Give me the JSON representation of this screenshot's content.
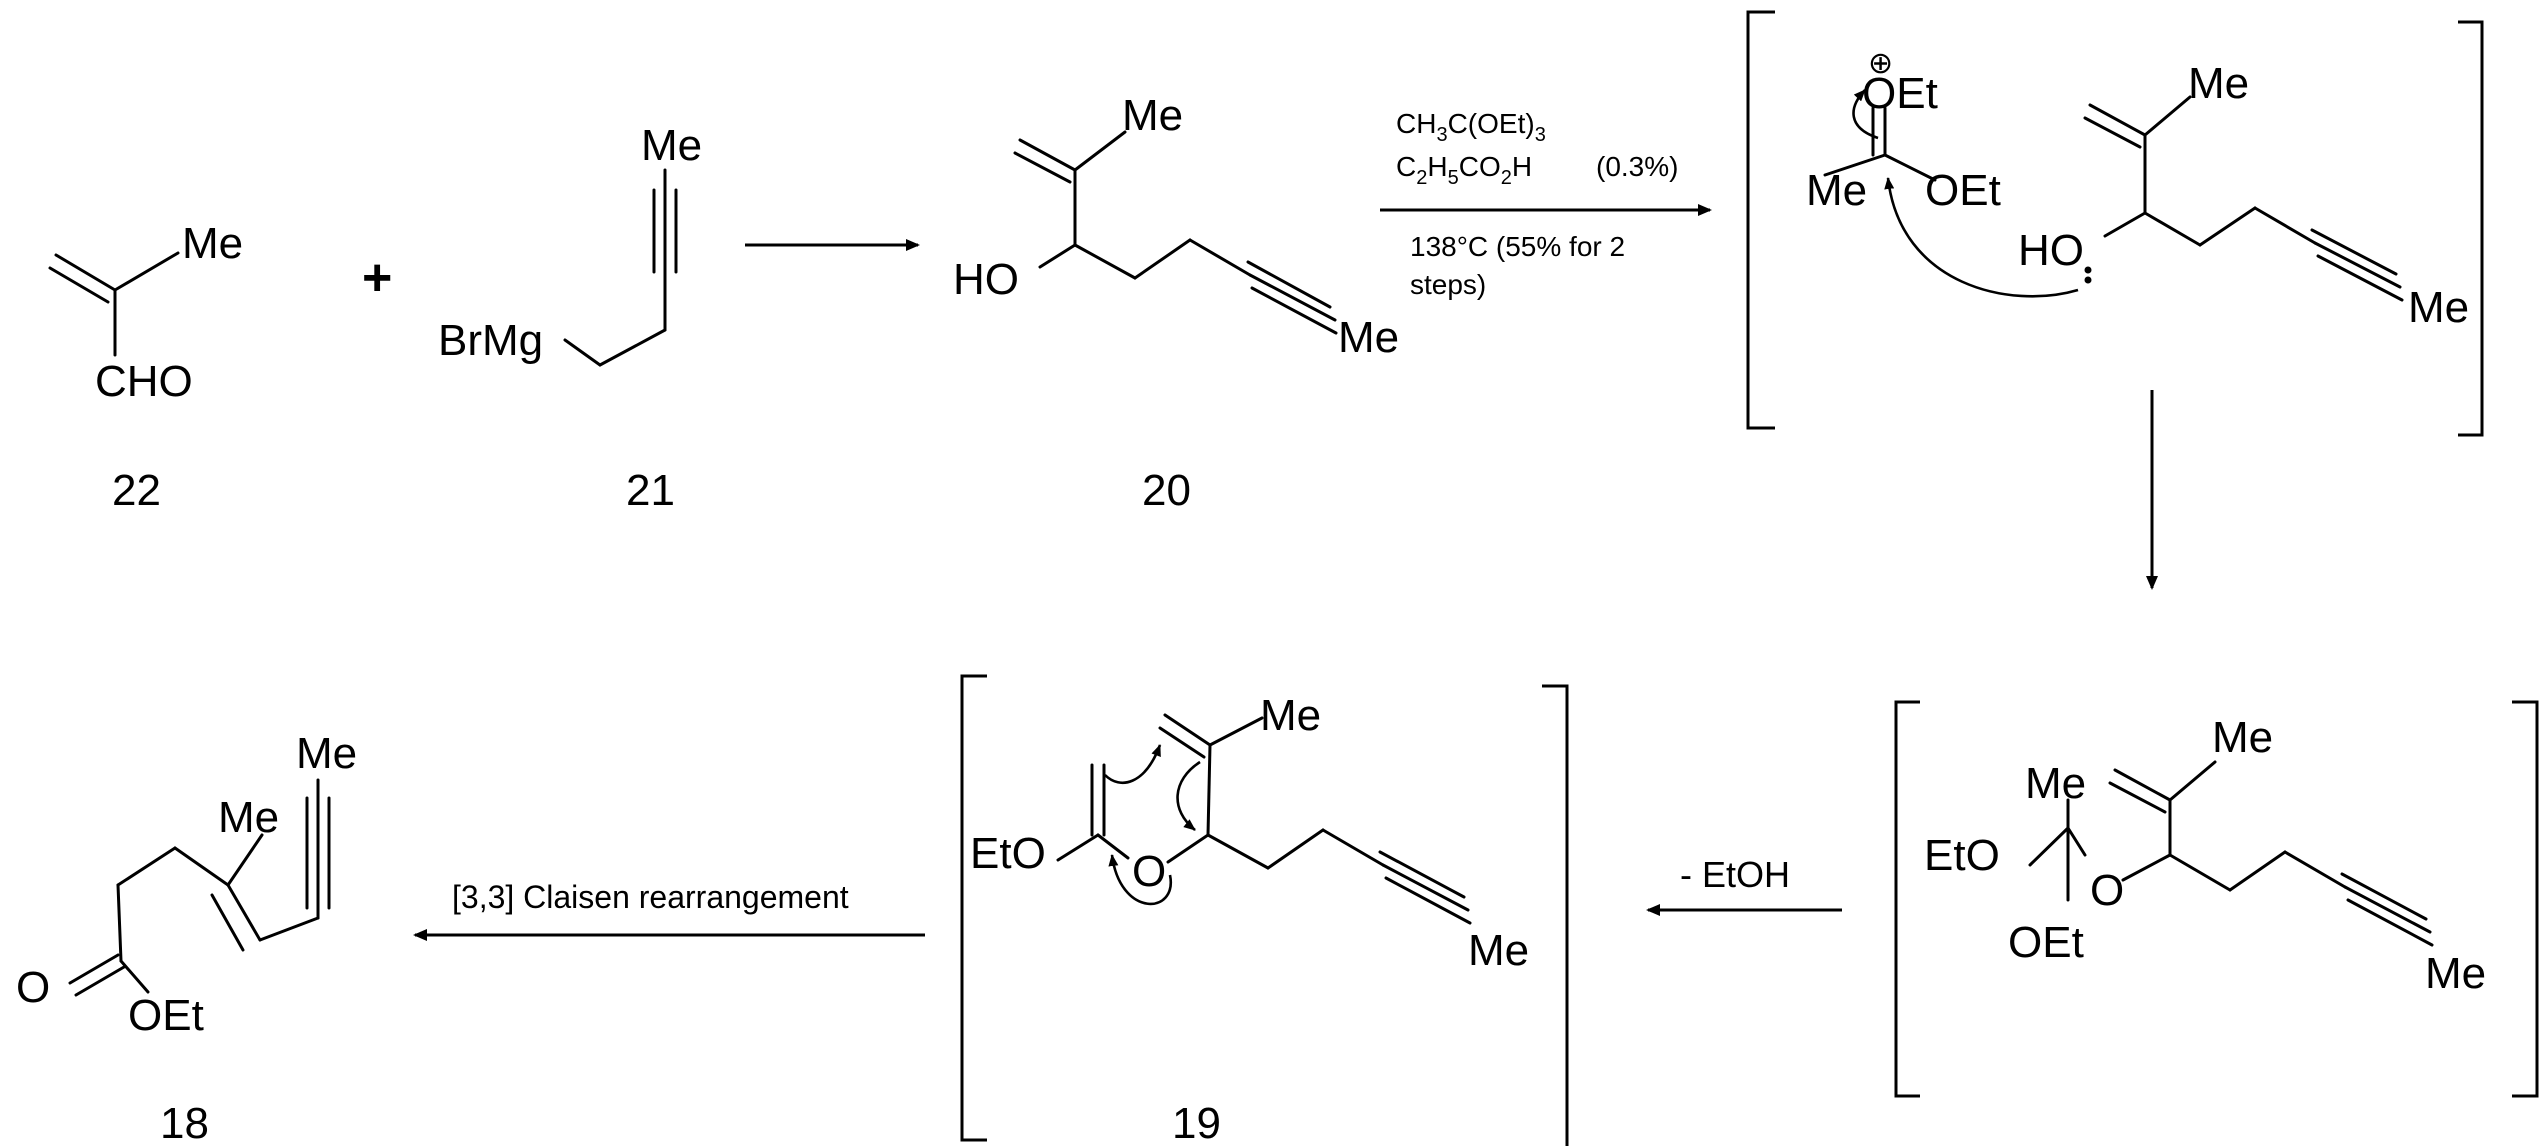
{
  "compounds": {
    "c22": {
      "number": "22",
      "labels": {
        "me": "Me",
        "cho": "CHO"
      }
    },
    "c21": {
      "number": "21",
      "labels": {
        "brmg": "BrMg",
        "me": "Me"
      }
    },
    "c20": {
      "number": "20",
      "labels": {
        "ho": "HO",
        "me_top": "Me",
        "me_alkyne": "Me"
      }
    },
    "intermediate1": {
      "labels": {
        "oet_top": "OEt",
        "oet_side": "OEt",
        "me_left": "Me",
        "ho": "HO",
        "me_top": "Me",
        "me_alkyne": "Me",
        "charge": "⊕"
      }
    },
    "intermediate2": {
      "labels": {
        "eto": "EtO",
        "me_c": "Me",
        "o": "O",
        "oet": "OEt",
        "me_top": "Me",
        "me_alkyne": "Me"
      }
    },
    "c19": {
      "number": "19",
      "labels": {
        "eto": "EtO",
        "o": "O",
        "me_top": "Me",
        "me_alkyne": "Me"
      }
    },
    "c18": {
      "number": "18",
      "labels": {
        "o": "O",
        "oet": "OEt",
        "me_mid": "Me",
        "me_top": "Me"
      }
    }
  },
  "reaction": {
    "plus": "+",
    "step2": {
      "reagent1_parts": [
        "CH",
        "3",
        "C(OEt)",
        "3"
      ],
      "reagent2_parts": [
        "C",
        "2",
        "H",
        "5",
        "CO",
        "2",
        "H"
      ],
      "reagent2_note": "(0.3%)",
      "condition_line1": "138°C (55% for 2",
      "condition_line2": "steps)"
    },
    "step4_label": "- EtOH",
    "step5_label": "[3,3]  Claisen rearrangement"
  }
}
